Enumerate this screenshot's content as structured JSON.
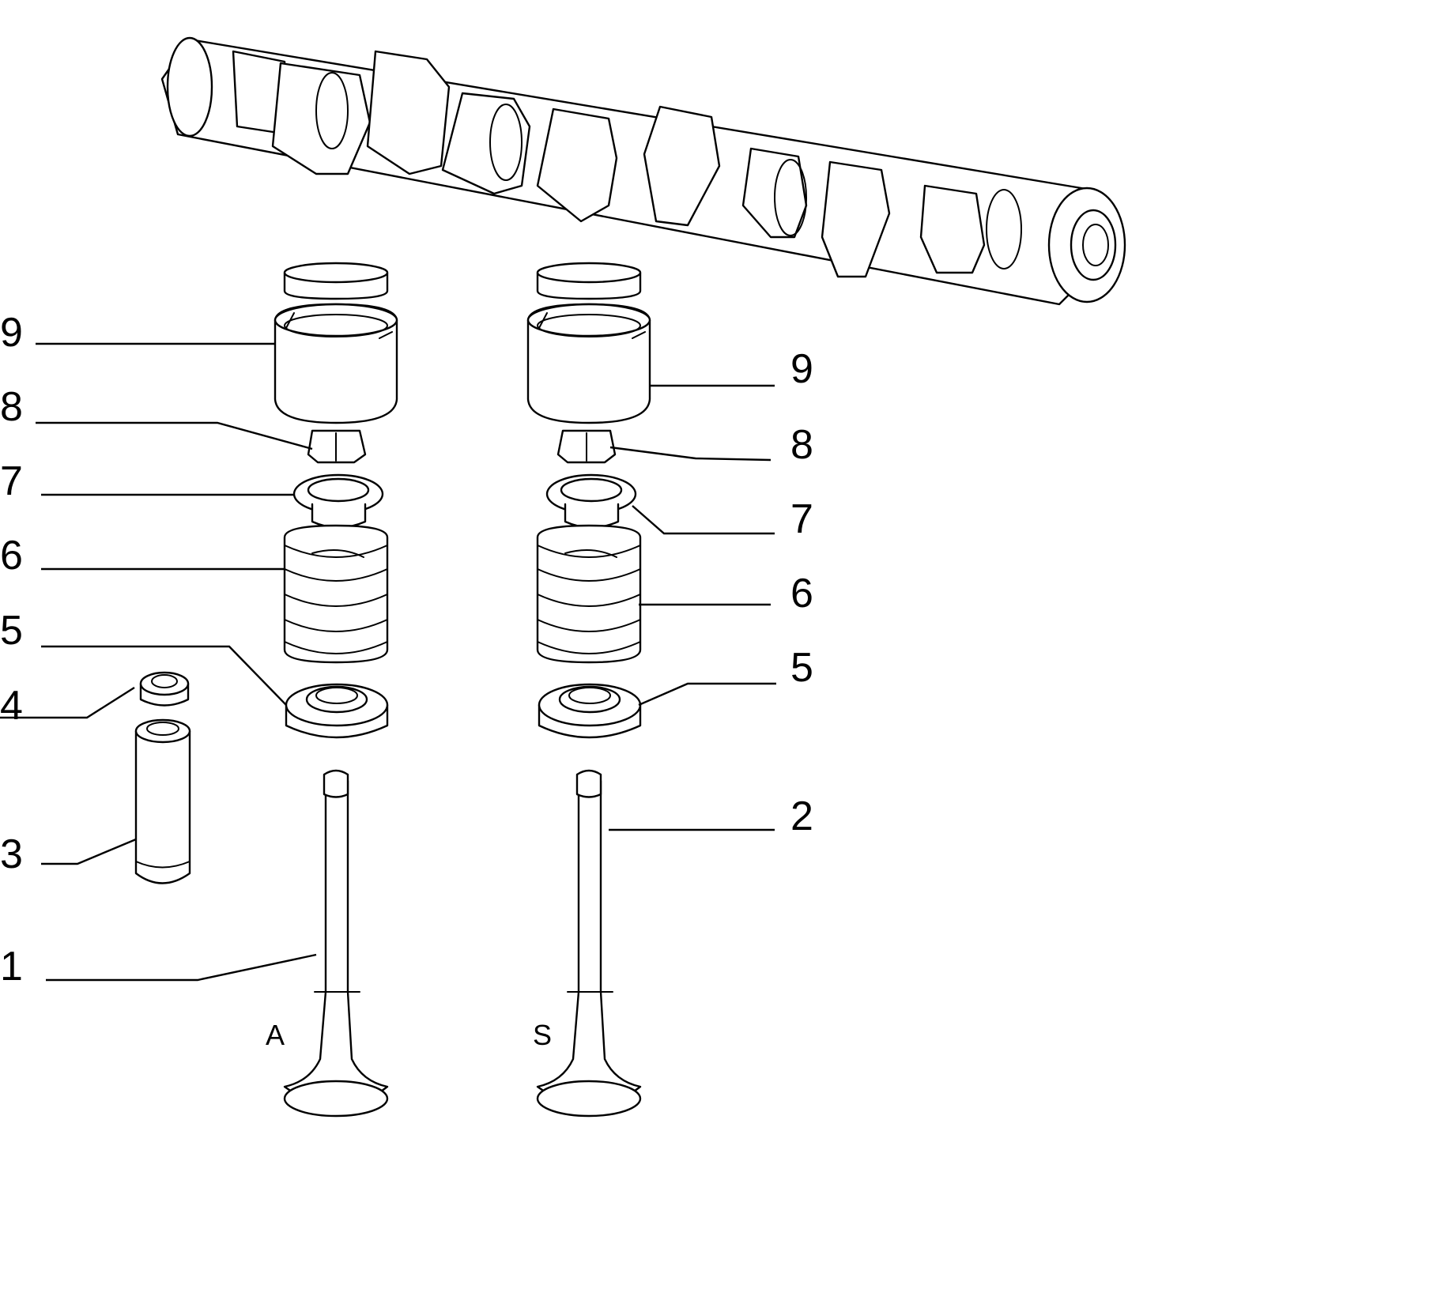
{
  "callouts_left": [
    "9",
    "8",
    "7",
    "6",
    "5",
    "4",
    "3",
    "1"
  ],
  "callouts_right": [
    "9",
    "8",
    "7",
    "6",
    "5",
    "2"
  ],
  "valve_labels": {
    "left": "A",
    "right": "S"
  }
}
